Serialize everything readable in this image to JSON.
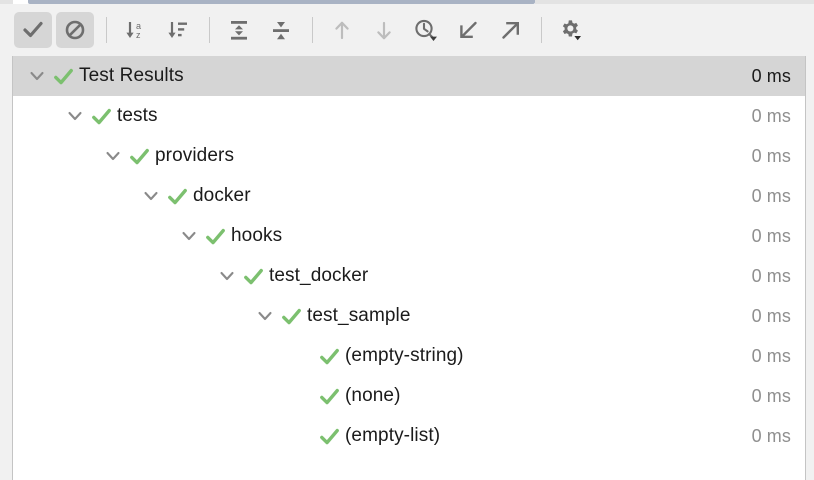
{
  "window": {
    "title": "Test Results"
  },
  "colors": {
    "pass_green": "#7cc06f",
    "toolbar_bg": "#f1f1f1",
    "selection_bg": "#d5d5d5",
    "icon_gray": "#6e6e6e",
    "icon_disabled": "#bdbdbd",
    "duration_gray": "#8f8f8f",
    "tab_accent": "#a9b3c4"
  },
  "toolbar": {
    "groups": [
      {
        "name": "filter-group",
        "buttons": [
          {
            "name": "show-passed-toggle",
            "icon": "check-icon",
            "label": "Show Passed",
            "toggled": true,
            "enabled": true
          },
          {
            "name": "show-ignored-toggle",
            "icon": "ignored-icon",
            "label": "Show Ignored",
            "toggled": true,
            "enabled": true
          }
        ]
      },
      {
        "name": "sort-group",
        "buttons": [
          {
            "name": "sort-alphabetically-button",
            "icon": "sort-alphabetically-icon",
            "label": "Sort Alphabetically",
            "toggled": false,
            "enabled": true
          },
          {
            "name": "sort-by-duration-button",
            "icon": "sort-by-duration-icon",
            "label": "Sort by Duration",
            "toggled": false,
            "enabled": true
          }
        ]
      },
      {
        "name": "tree-group",
        "buttons": [
          {
            "name": "expand-all-button",
            "icon": "expand-all-icon",
            "label": "Expand All",
            "toggled": false,
            "enabled": true
          },
          {
            "name": "collapse-all-button",
            "icon": "collapse-all-icon",
            "label": "Collapse All",
            "toggled": false,
            "enabled": true
          }
        ]
      },
      {
        "name": "navigate-group",
        "buttons": [
          {
            "name": "previous-failed-test-button",
            "icon": "arrow-up-icon",
            "label": "Previous Failed Test",
            "toggled": false,
            "enabled": false
          },
          {
            "name": "next-failed-test-button",
            "icon": "arrow-down-icon",
            "label": "Next Failed Test",
            "toggled": false,
            "enabled": false
          },
          {
            "name": "test-history-button",
            "icon": "clock-dropdown-icon",
            "label": "Test History",
            "toggled": false,
            "enabled": true
          },
          {
            "name": "import-results-button",
            "icon": "import-icon",
            "label": "Import Test Results",
            "toggled": false,
            "enabled": true
          },
          {
            "name": "export-results-button",
            "icon": "export-icon",
            "label": "Export Test Results",
            "toggled": false,
            "enabled": true
          }
        ]
      },
      {
        "name": "settings-group",
        "buttons": [
          {
            "name": "settings-button",
            "icon": "gear-dropdown-icon",
            "label": "Settings",
            "toggled": false,
            "enabled": true
          }
        ]
      }
    ]
  },
  "tree": {
    "rows": [
      {
        "name": "row-test-results",
        "label": "Test Results",
        "duration": "0 ms",
        "depth": 0,
        "expandable": true,
        "expanded": true,
        "status": "passed",
        "selected": true
      },
      {
        "name": "row-tests",
        "label": "tests",
        "duration": "0 ms",
        "depth": 1,
        "expandable": true,
        "expanded": true,
        "status": "passed",
        "selected": false
      },
      {
        "name": "row-providers",
        "label": "providers",
        "duration": "0 ms",
        "depth": 2,
        "expandable": true,
        "expanded": true,
        "status": "passed",
        "selected": false
      },
      {
        "name": "row-docker",
        "label": "docker",
        "duration": "0 ms",
        "depth": 3,
        "expandable": true,
        "expanded": true,
        "status": "passed",
        "selected": false
      },
      {
        "name": "row-hooks",
        "label": "hooks",
        "duration": "0 ms",
        "depth": 4,
        "expandable": true,
        "expanded": true,
        "status": "passed",
        "selected": false
      },
      {
        "name": "row-test-docker",
        "label": "test_docker",
        "duration": "0 ms",
        "depth": 5,
        "expandable": true,
        "expanded": true,
        "status": "passed",
        "selected": false
      },
      {
        "name": "row-test-sample",
        "label": "test_sample",
        "duration": "0 ms",
        "depth": 6,
        "expandable": true,
        "expanded": true,
        "status": "passed",
        "selected": false
      },
      {
        "name": "row-empty-string",
        "label": "(empty-string)",
        "duration": "0 ms",
        "depth": 7,
        "expandable": false,
        "expanded": false,
        "status": "passed",
        "selected": false
      },
      {
        "name": "row-none",
        "label": "(none)",
        "duration": "0 ms",
        "depth": 7,
        "expandable": false,
        "expanded": false,
        "status": "passed",
        "selected": false
      },
      {
        "name": "row-empty-list",
        "label": "(empty-list)",
        "duration": "0 ms",
        "depth": 7,
        "expandable": false,
        "expanded": false,
        "status": "passed",
        "selected": false
      }
    ]
  }
}
